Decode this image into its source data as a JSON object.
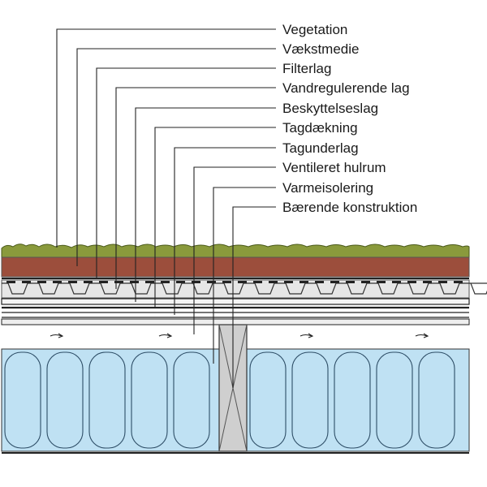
{
  "labels": [
    "Vegetation",
    "Vækstmedie",
    "Filterlag",
    "Vandregulerende lag",
    "Beskyttelseslag",
    "Tagdækning",
    "Tagunderlag",
    "Ventileret hulrum",
    "Varmeisolering",
    "Bærende konstruktion"
  ],
  "colors": {
    "vegetation": "#8a9a3c",
    "growth_medium": "#9c4e3c",
    "drainage": "#e6e6e6",
    "insulation": "#bfe1f3",
    "beam": "#cfcfcf",
    "leader_line": "#222222",
    "airflow_arrow": "#222222"
  }
}
